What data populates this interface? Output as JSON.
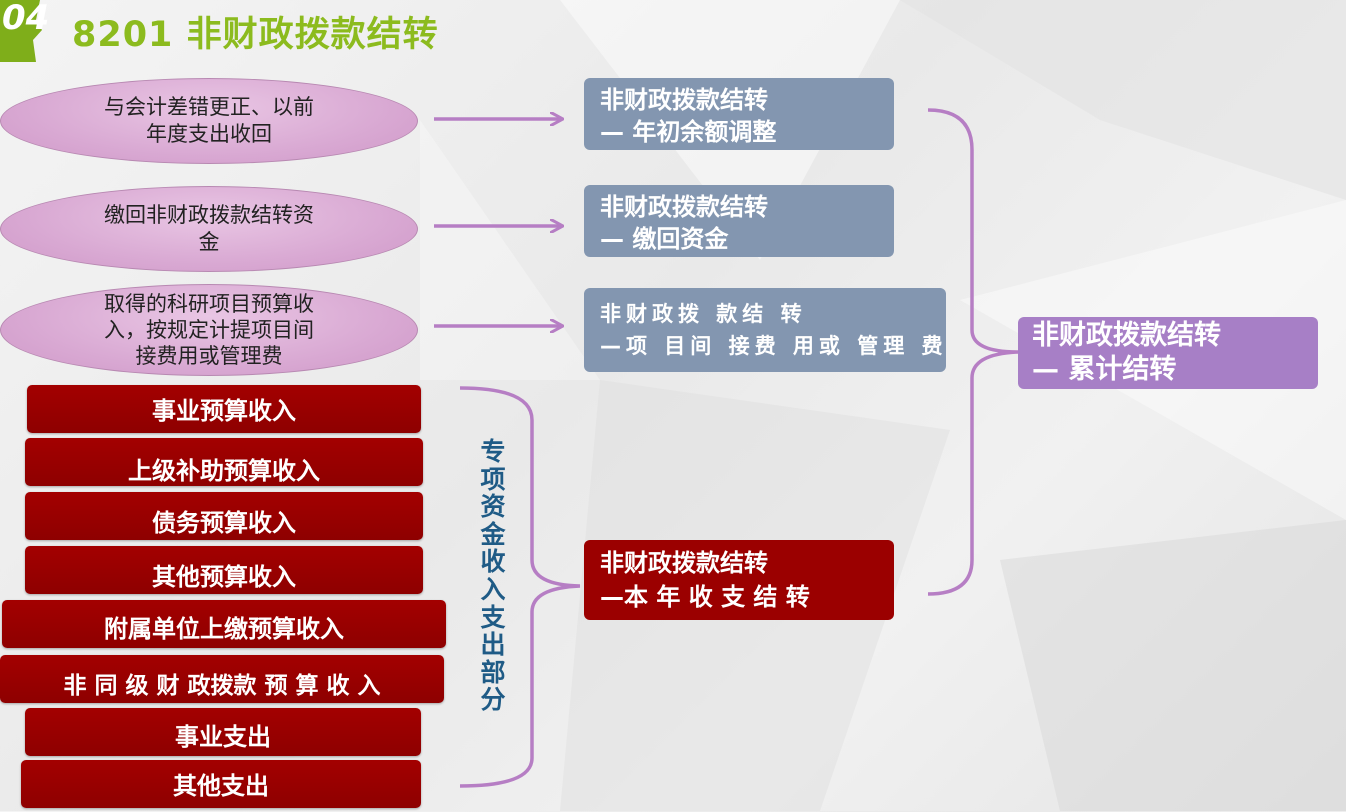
{
  "header": {
    "badge": "04",
    "title": "8201 非财政拨款结转"
  },
  "sources": [
    {
      "text": "与会计差错更正、以前\n年度支出收回"
    },
    {
      "text": "缴回非财政拨款结转资\n金"
    },
    {
      "text": "取得的科研项目预算收\n入，按规定计提项目间\n接费用或管理费"
    }
  ],
  "targets": [
    {
      "line1": "非财政拨款结转",
      "line2": "— 年初余额调整"
    },
    {
      "line1": "非财政拨款结转",
      "line2": "— 缴回资金"
    },
    {
      "line1": "非财政拨 款结 转",
      "line2": "—项 目间 接费 用或 管理 费"
    }
  ],
  "income_items": [
    "事业预算收入",
    "上级补助预算收入",
    "债务预算收入",
    "其他预算收入",
    "附属单位上缴预算收入",
    "非 同 级 财 政拨款 预 算 收 入",
    "事业支出",
    "其他支出"
  ],
  "group_label": "专项资金收入支出部分",
  "current_year": {
    "line1": "非财政拨款结转",
    "line2": "—本 年 收 支 结 转"
  },
  "cumulative": {
    "line1": "非财政拨款结转",
    "line2": "— 累计结转"
  },
  "colors": {
    "title": "#8cbb1e",
    "ellipse": "#d9a9d3",
    "gray_box": "#8396b0",
    "red_box": "#9b0000",
    "purple_box": "#a77fc6",
    "connector": "#b67ec4"
  }
}
